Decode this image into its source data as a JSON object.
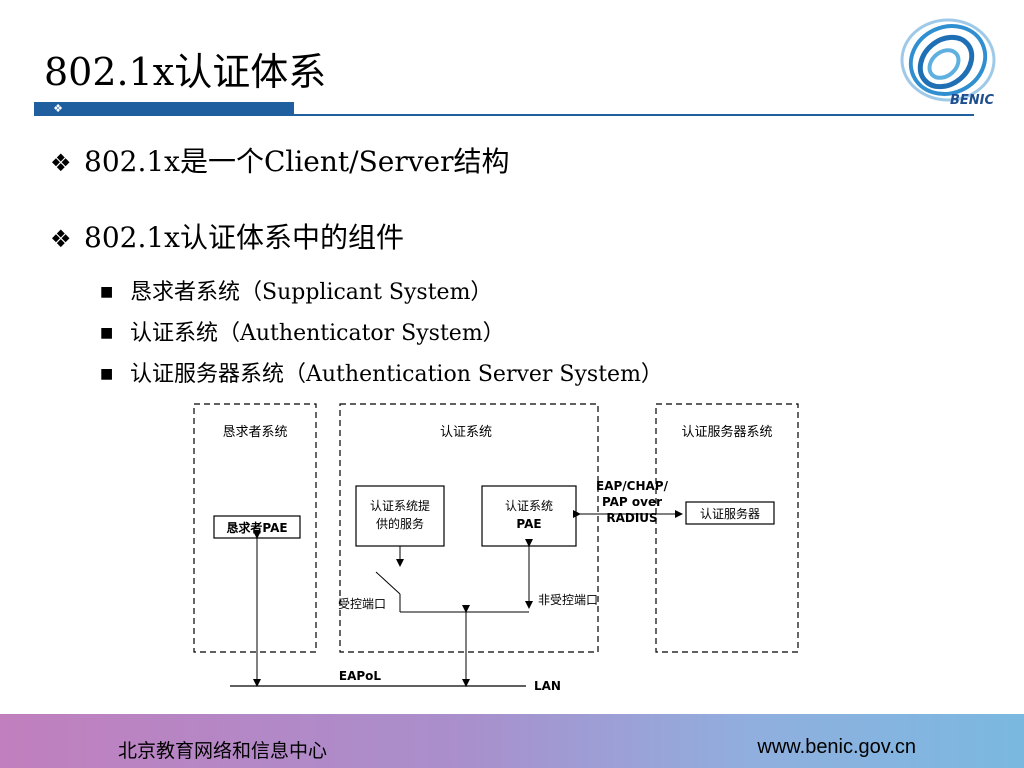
{
  "slide": {
    "title": "802.1x认证体系",
    "bullets": [
      "802.1x是一个Client/Server结构",
      "802.1x认证体系中的组件"
    ],
    "sub_bullets": [
      "恳求者系统（Supplicant System）",
      "认证系统（Authenticator System）",
      "认证服务器系统（Authentication Server System）"
    ],
    "bullet_glyph": "❖",
    "sub_bullet_glyph": "■",
    "title_marker_glyph": "❖"
  },
  "logo": {
    "text": "BENIC",
    "accent_color": "#1f6fb5"
  },
  "diagram": {
    "box_supplicant_system": "恳求者系统",
    "box_authenticator_system": "认证系统",
    "box_auth_server_system": "认证服务器系统",
    "supplicant_pae": "恳求者PAE",
    "service_line1": "认证系统提",
    "service_line2": "供的服务",
    "auth_pae_line1": "认证系统",
    "auth_pae_line2": "PAE",
    "auth_server": "认证服务器",
    "proto_line1": "EAP/CHAP/",
    "proto_line2": "PAP over",
    "proto_line3": "RADIUS",
    "controlled_port": "受控端口",
    "uncontrolled_port": "非受控端口",
    "eapol": "EAPoL",
    "lan": "LAN"
  },
  "footer": {
    "org": "北京教育网络和信息中心",
    "url": "www.benic.gov.cn"
  }
}
